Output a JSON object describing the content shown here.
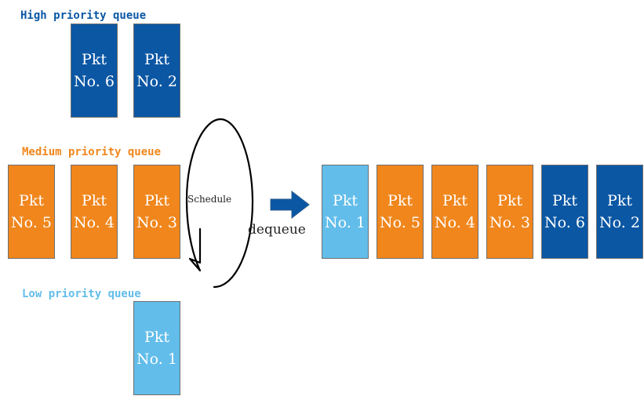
{
  "queues": {
    "high": {
      "label": "High priority queue",
      "color": "#0b57a4",
      "packets": [
        {
          "line1": "Pkt",
          "line2": "No. 6"
        },
        {
          "line1": "Pkt",
          "line2": "No. 2"
        }
      ]
    },
    "medium": {
      "label": "Medium priority queue",
      "color": "#f0861c",
      "packets": [
        {
          "line1": "Pkt",
          "line2": "No. 5"
        },
        {
          "line1": "Pkt",
          "line2": "No. 4"
        },
        {
          "line1": "Pkt",
          "line2": "No. 3"
        }
      ]
    },
    "low": {
      "label": "Low priority queue",
      "color": "#62bdea",
      "packets": [
        {
          "line1": "Pkt",
          "line2": "No. 1"
        }
      ]
    }
  },
  "scheduler": {
    "schedule_label": "Schedule",
    "dequeue_label": "dequeue"
  },
  "output": {
    "packets": [
      {
        "line1": "Pkt",
        "line2": "No. 1",
        "priority": "low"
      },
      {
        "line1": "Pkt",
        "line2": "No. 5",
        "priority": "medium"
      },
      {
        "line1": "Pkt",
        "line2": "No. 4",
        "priority": "medium"
      },
      {
        "line1": "Pkt",
        "line2": "No. 3",
        "priority": "medium"
      },
      {
        "line1": "Pkt",
        "line2": "No. 6",
        "priority": "high"
      },
      {
        "line1": "Pkt",
        "line2": "No. 2",
        "priority": "high"
      }
    ]
  }
}
